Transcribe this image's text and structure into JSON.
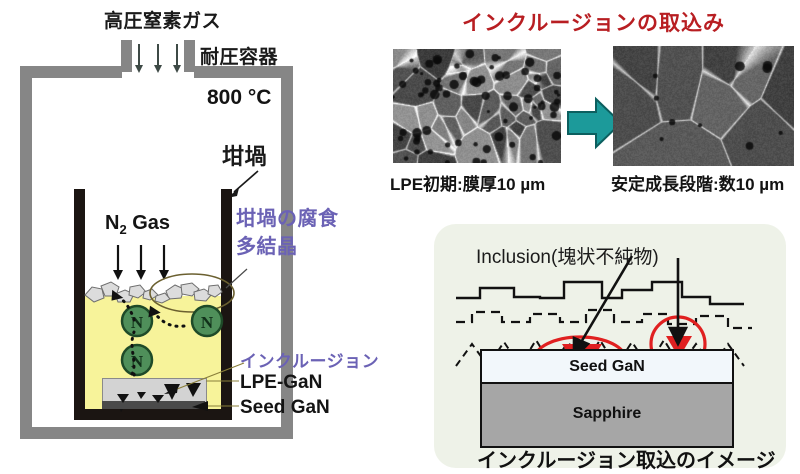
{
  "figure": {
    "left_diagram": {
      "name": "high-pressure-nitrogen-LPE-growth-apparatus",
      "gas_inlet_label": "高圧窒素ガス",
      "vessel_label": "耐圧容器",
      "temperature_label": "800 °C",
      "crucible_label": "坩堝",
      "gas_species_label": "N₂ Gas",
      "gas_species_main": "N",
      "gas_species_sub": "2",
      "gas_species_rest": " Gas",
      "corrosion_label_line1": "坩堝の腐食",
      "corrosion_label_line2": "多結晶",
      "inclusion_label": "インクルージョン",
      "lpe_gan_label": "LPE-GaN",
      "seed_gan_label": "Seed GaN",
      "nitrogen_bubble_label": "N",
      "colors": {
        "vessel_wall": "#868686",
        "crucible_wall": "#1b1512",
        "melt": "#f7f39a",
        "polycrystal": "#d9d9d9",
        "nitrogen_circle": "#4f8f5a",
        "lpe_gan_layer": "#d3d3d3",
        "seed_gan_layer": "#4a4a4a",
        "purple_text": "#6b62b5"
      }
    },
    "right_top": {
      "title": "インクルージョンの取込み",
      "title_color": "#b81e22",
      "arrow_color": "#1c9a9a",
      "images": [
        {
          "name": "sem-lpe-initial",
          "caption": "LPE初期:膜厚10 µm"
        },
        {
          "name": "sem-stable-growth",
          "caption": "安定成長段階:数10 µm"
        }
      ]
    },
    "right_bottom": {
      "panel_background": "#eef2e8",
      "heading": "Inclusion(塊状不純物)",
      "layers": [
        {
          "name": "seed-gan-layer",
          "label": "Seed GaN",
          "color": "#f2f7fb"
        },
        {
          "name": "sapphire-layer",
          "label": "Sapphire",
          "color": "#a6a6a6"
        }
      ],
      "highlight_color": "#e02020",
      "caption": "インクルージョン取込のイメージ"
    }
  }
}
